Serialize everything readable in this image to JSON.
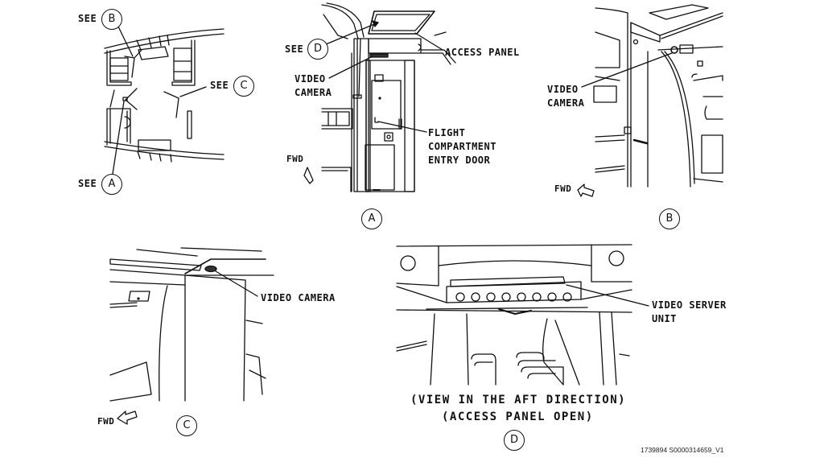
{
  "figure": {
    "reference_id": "1739894 S0000314659_V1",
    "key_plan": {
      "see_label": "SEE",
      "callouts": [
        "B",
        "C",
        "A"
      ]
    },
    "view_a": {
      "id": "A",
      "see_label": "SEE",
      "see_callout": "D",
      "labels": {
        "access_panel": "ACCESS PANEL",
        "video_camera": "VIDEO\nCAMERA",
        "entry_door": "FLIGHT\nCOMPARTMENT\nENTRY DOOR",
        "fwd": "FWD"
      }
    },
    "view_b": {
      "id": "B",
      "labels": {
        "video_camera": "VIDEO\nCAMERA",
        "fwd": "FWD"
      }
    },
    "view_c": {
      "id": "C",
      "labels": {
        "video_camera": "VIDEO CAMERA",
        "fwd": "FWD"
      }
    },
    "view_d": {
      "id": "D",
      "labels": {
        "video_server_unit": "VIDEO SERVER\nUNIT"
      },
      "captions": [
        "(VIEW IN THE AFT DIRECTION)",
        "(ACCESS PANEL OPEN)"
      ]
    }
  }
}
